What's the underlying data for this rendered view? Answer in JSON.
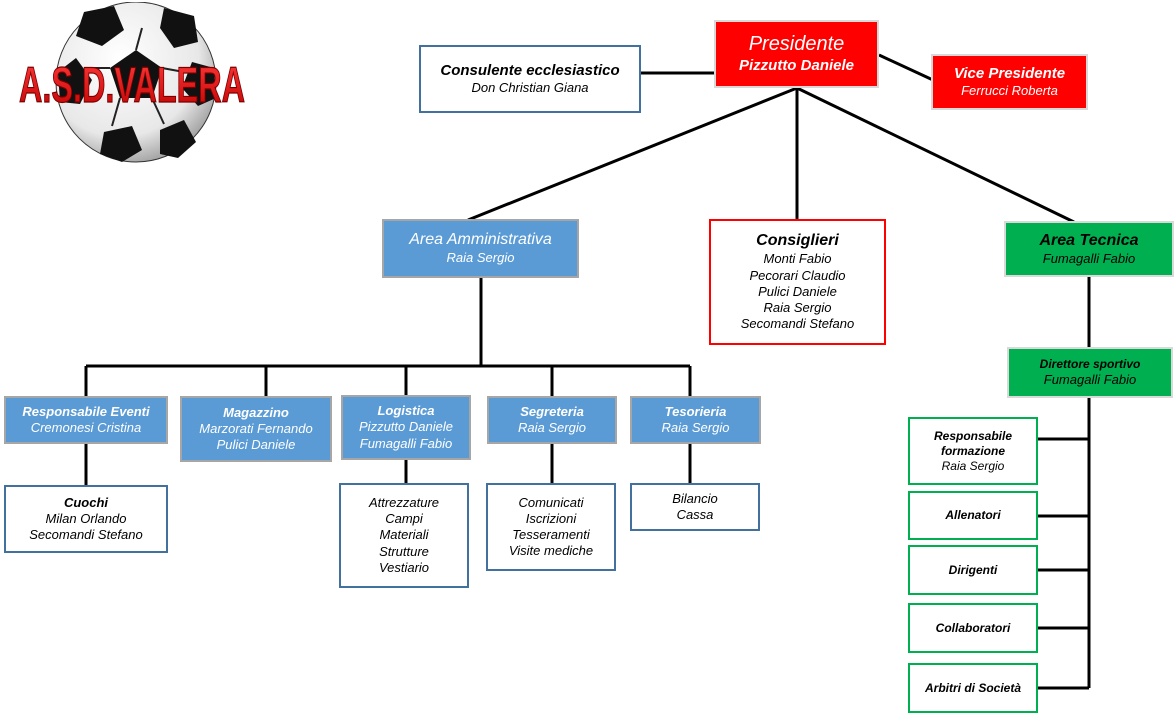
{
  "logo": {
    "text": "A.S.D.VALERA"
  },
  "presidente": {
    "title": "Presidente",
    "name": "Pizzutto Daniele"
  },
  "consulente": {
    "title": "Consulente ecclesiastico",
    "name": "Don Christian Giana"
  },
  "vice": {
    "title": "Vice Presidente",
    "name": "Ferrucci Roberta"
  },
  "area_amministrativa": {
    "title": "Area Amministrativa",
    "name": "Raia Sergio"
  },
  "consiglieri": {
    "title": "Consiglieri",
    "members": [
      "Monti Fabio",
      "Pecorari Claudio",
      "Pulici Daniele",
      "Raia Sergio",
      "Secomandi Stefano"
    ]
  },
  "area_tecnica": {
    "title": "Area Tecnica",
    "name": "Fumagalli Fabio"
  },
  "eventi": {
    "title": "Responsabile Eventi",
    "name": "Cremonesi Cristina"
  },
  "magazzino": {
    "title": "Magazzino",
    "names": [
      "Marzorati Fernando",
      "Pulici Daniele"
    ]
  },
  "logistica": {
    "title": "Logistica",
    "names": [
      "Pizzutto Daniele",
      "Fumagalli Fabio"
    ]
  },
  "segreteria": {
    "title": "Segreteria",
    "name": "Raia Sergio"
  },
  "tesoreria": {
    "title": "Tesorieria",
    "name": "Raia Sergio"
  },
  "cuochi": {
    "title": "Cuochi",
    "names": [
      "Milan Orlando",
      "Secomandi Stefano"
    ]
  },
  "logistica_items": [
    "Attrezzature",
    "Campi",
    "Materiali",
    "Strutture",
    "Vestiario"
  ],
  "segreteria_items": [
    "Comunicati",
    "Iscrizioni",
    "Tesseramenti",
    "Visite mediche"
  ],
  "tesoreria_items": [
    "Bilancio",
    "Cassa"
  ],
  "direttore": {
    "title": "Direttore sportivo",
    "name": "Fumagalli Fabio"
  },
  "formazione": {
    "title_line1": "Responsabile",
    "title_line2": "formazione",
    "name": "Raia Sergio"
  },
  "allenatori": {
    "title": "Allenatori"
  },
  "dirigenti": {
    "title": "Dirigenti"
  },
  "collaboratori": {
    "title": "Collaboratori"
  },
  "arbitri": {
    "title": "Arbitri di Società"
  },
  "colors": {
    "blue": "#5b9bd5",
    "red": "#ff0000",
    "green": "#00b050",
    "line": "#000000"
  }
}
